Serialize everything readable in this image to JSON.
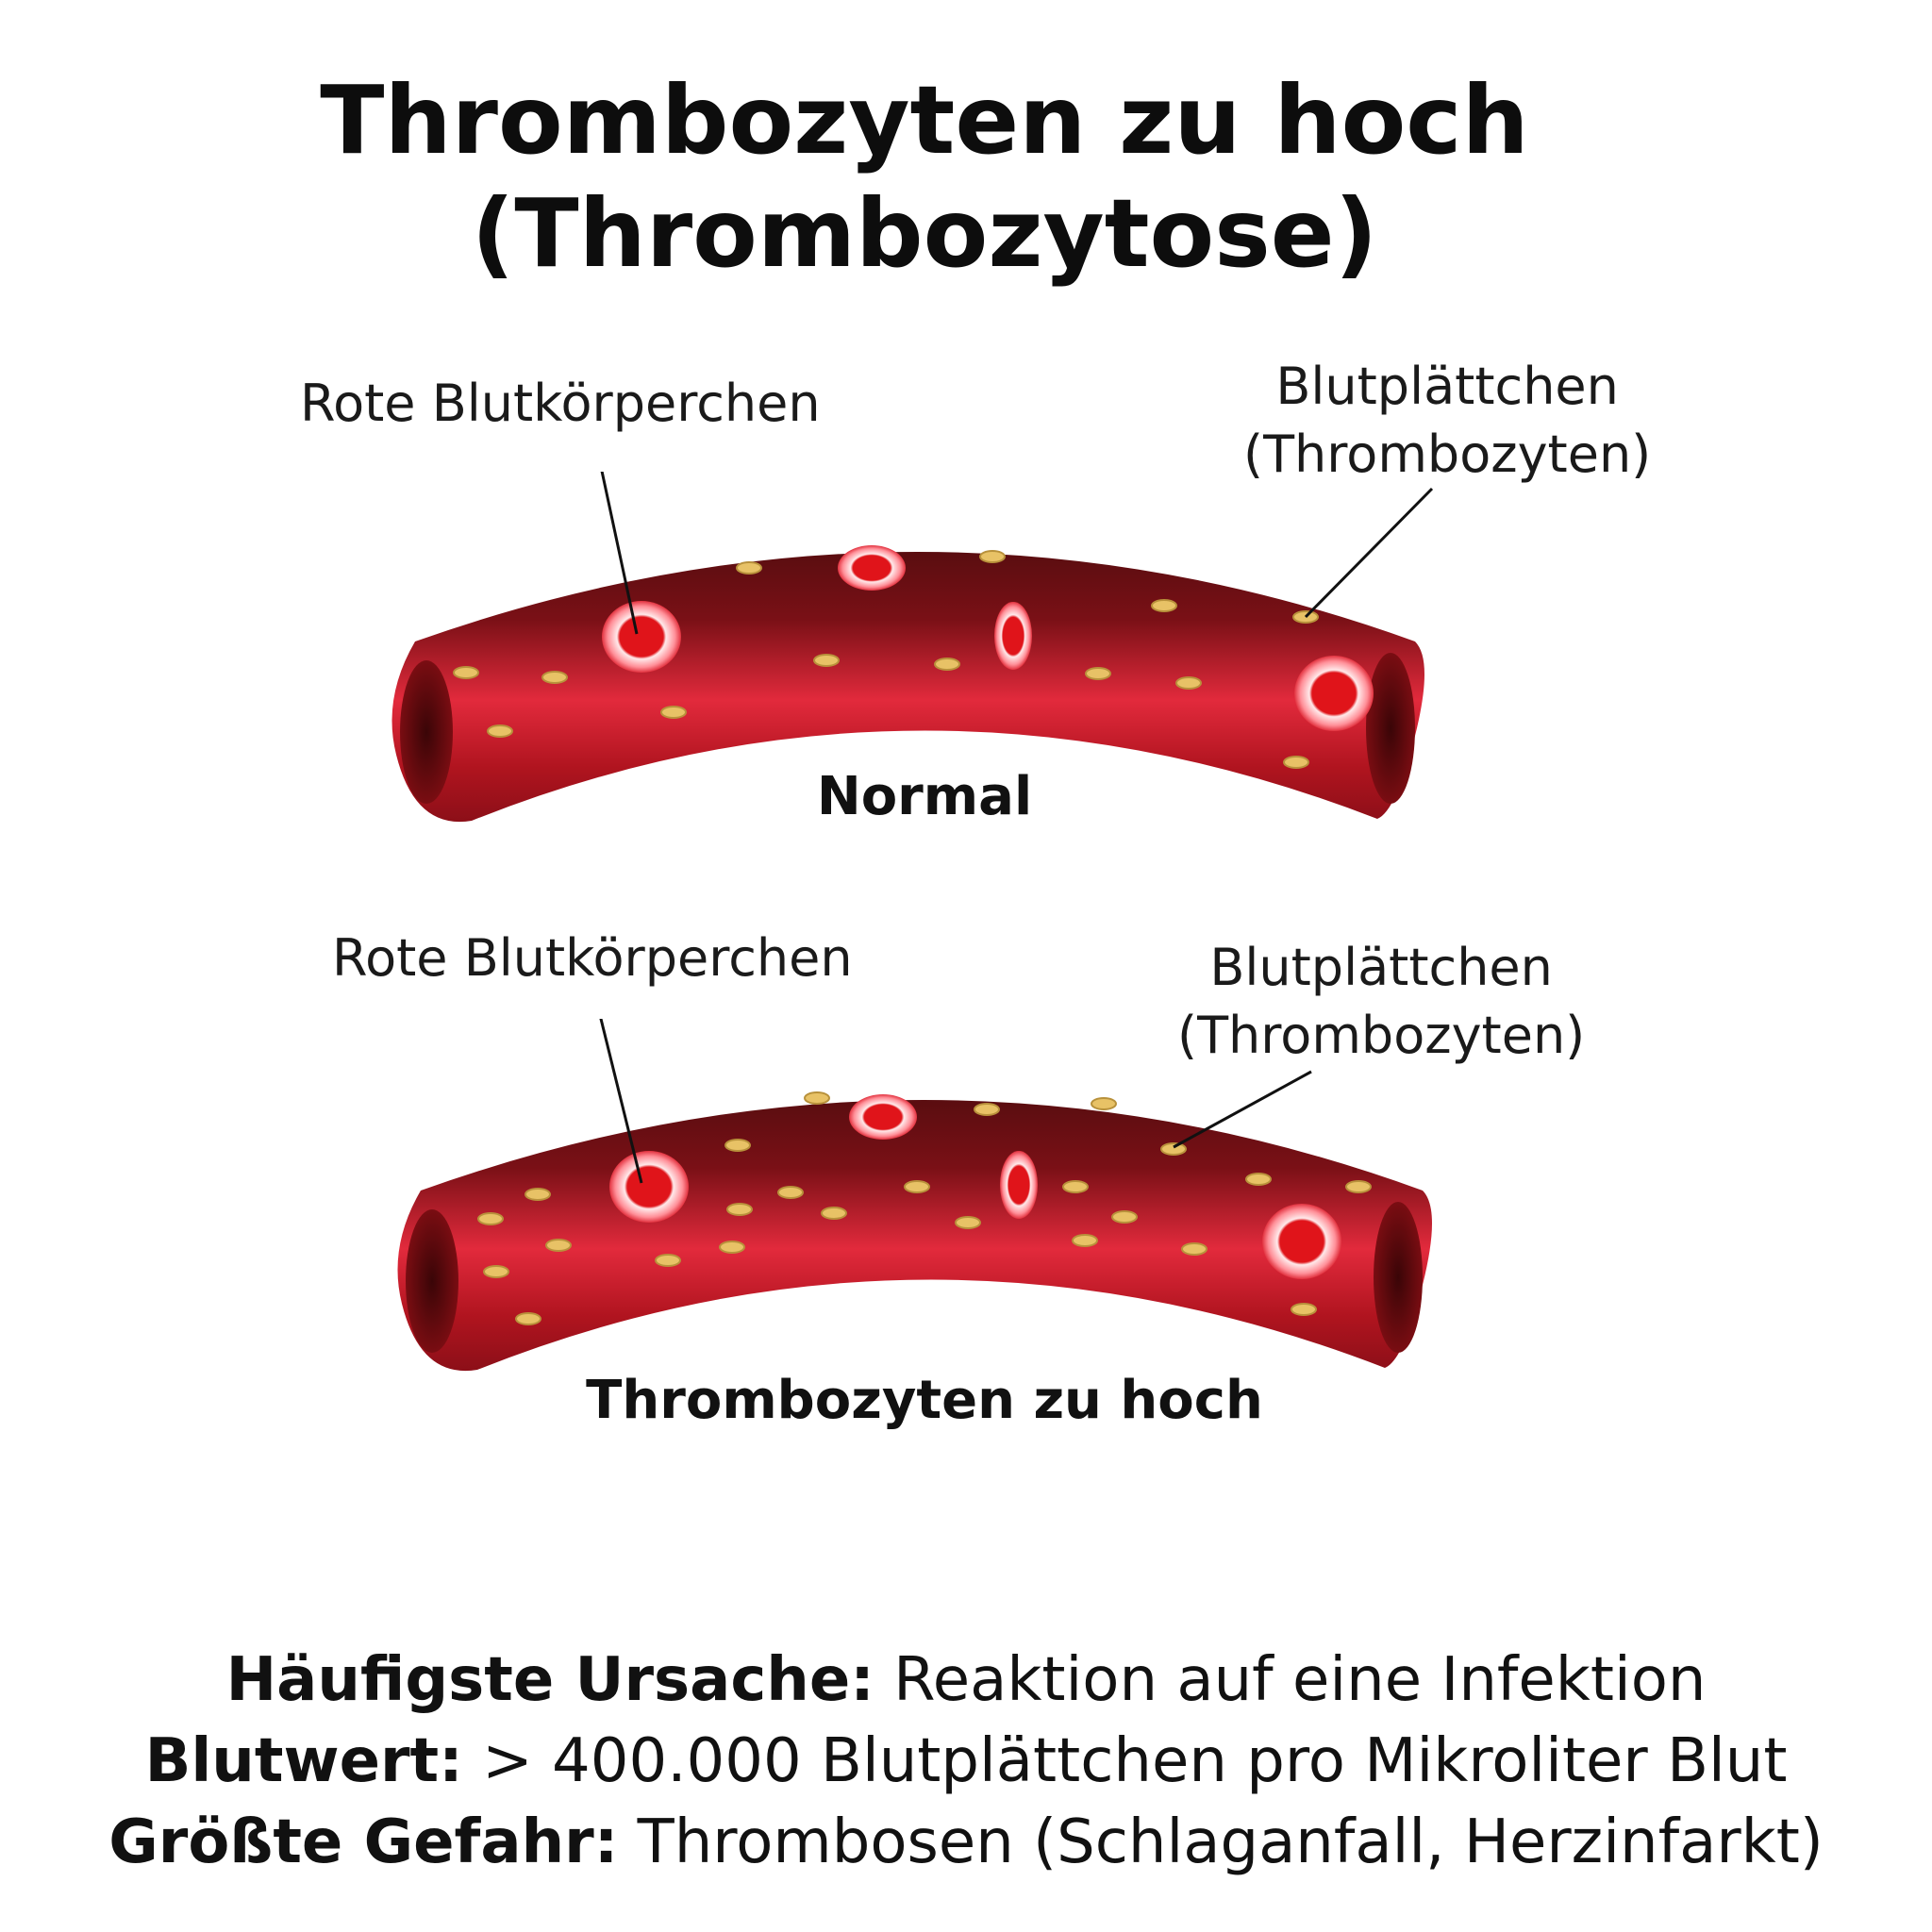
{
  "title": {
    "line1": "Thrombozyten zu hoch",
    "line2": "(Thrombozytose)"
  },
  "colors": {
    "vessel_dark": "#5a0d10",
    "vessel_mid": "#a3121c",
    "vessel_light": "#e22a3c",
    "rbc_core": "#e0141a",
    "rbc_ring": "#ffd9dc",
    "platelet": "#e8c266"
  },
  "diagrams": [
    {
      "rbc_label": "Rote Blutkörperchen",
      "platelet_label_line1": "Blutplättchen",
      "platelet_label_line2": "(Thrombozyten)",
      "caption": "Normal"
    },
    {
      "rbc_label": "Rote Blutkörperchen",
      "platelet_label_line1": "Blutplättchen",
      "platelet_label_line2": "(Thrombozyten)",
      "caption": "Thrombozyten zu hoch"
    }
  ],
  "footer": [
    {
      "bold": "Häufigste Ursache:",
      "text": " Reaktion auf eine Infektion"
    },
    {
      "bold": "Blutwert:",
      "text": " > 400.000 Blutplättchen pro Mikroliter Blut"
    },
    {
      "bold": "Größte Gefahr:",
      "text": " Thrombosen (Schlaganfall, Herzinfarkt)"
    }
  ]
}
